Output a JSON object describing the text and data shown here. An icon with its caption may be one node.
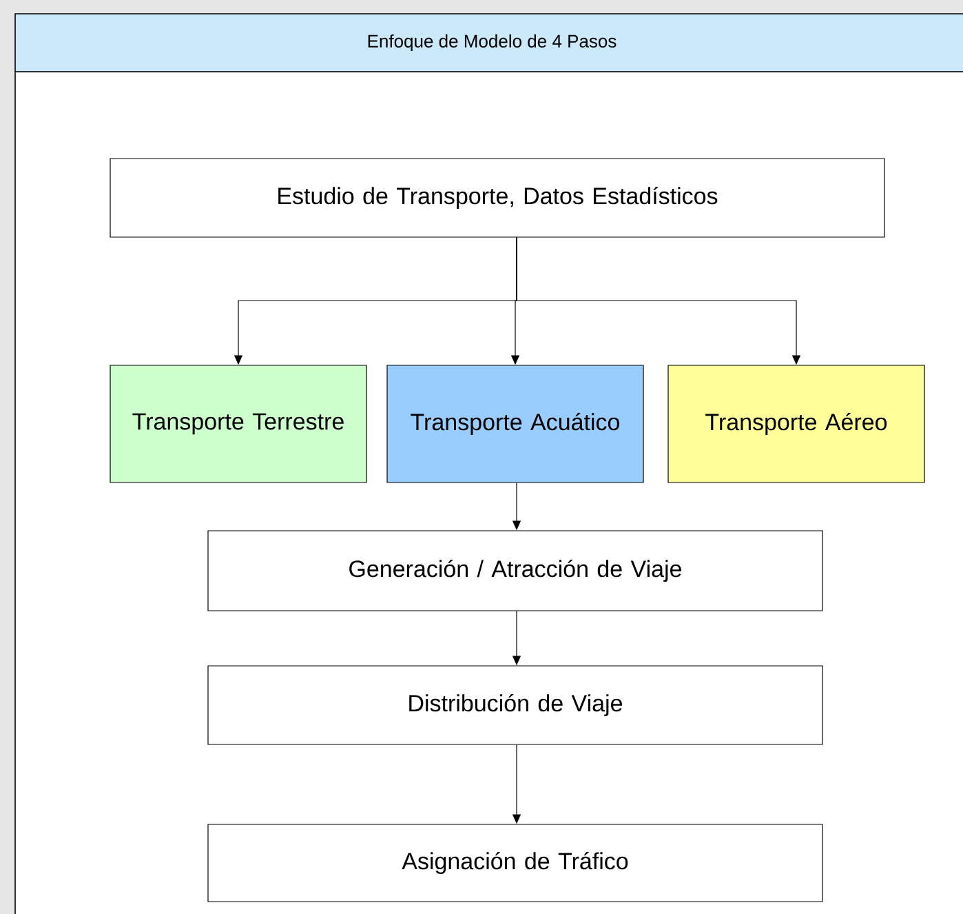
{
  "diagram": {
    "title": "Enfoque de Modelo de 4 Pasos",
    "nodes": [
      {
        "text": [
          "Estudio de Transporte, Datos Estadísticos"
        ]
      },
      {
        "text": [
          "Transporte Terrestre"
        ]
      },
      {
        "text": [
          "Transporte Acuático"
        ]
      },
      {
        "text": [
          "Transporte Aéreo"
        ]
      },
      {
        "text": [
          "Generación / Atracción de Viaje"
        ]
      },
      {
        "text": [
          "Distribución de Viaje"
        ]
      },
      {
        "text": [
          "Asignación de Tráfico"
        ]
      }
    ],
    "edges": [
      {
        "from": 0,
        "to": 1,
        "arrow": "to"
      },
      {
        "from": 0,
        "to": 2,
        "arrow": "to"
      },
      {
        "from": 0,
        "to": 3,
        "arrow": "to"
      },
      {
        "from": 2,
        "to": 4,
        "arrow": "to"
      },
      {
        "from": 4,
        "to": 5,
        "arrow": "to"
      },
      {
        "from": 5,
        "to": 6,
        "arrow": "to"
      }
    ]
  }
}
